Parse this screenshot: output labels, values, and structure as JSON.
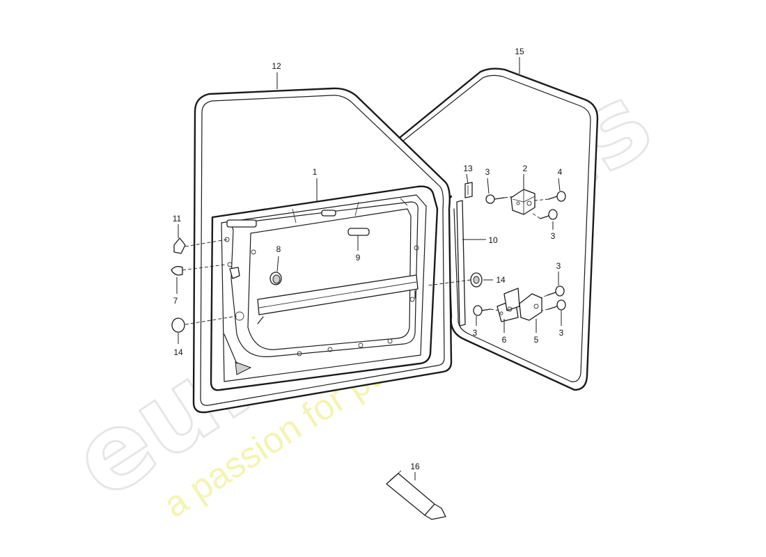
{
  "watermark": {
    "brand": "eurospares",
    "tagline": "a passion for parts since 1985",
    "tagline_color": "#f1f19a",
    "brand_color": "#e4e4e4"
  },
  "callouts": {
    "c1": "1",
    "c2": "2",
    "c3a": "3",
    "c3b": "3",
    "c3c": "3",
    "c3d": "3",
    "c3e": "3",
    "c4": "4",
    "c5": "5",
    "c6": "6",
    "c7": "7",
    "c8": "8",
    "c9": "9",
    "c10": "10",
    "c11": "11",
    "c12": "12",
    "c13": "13",
    "c14a": "14",
    "c14b": "14",
    "c15": "15",
    "c16": "16"
  }
}
